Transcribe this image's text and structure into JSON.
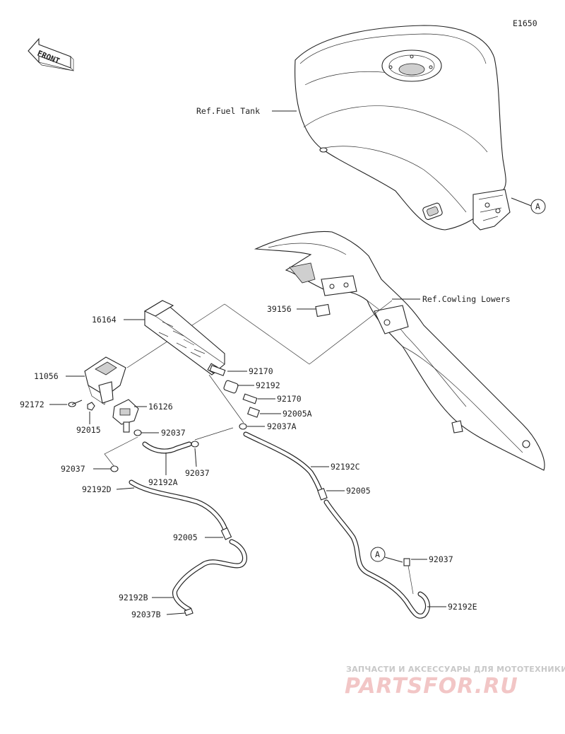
{
  "diagram_code": "E1650",
  "front_label": "FRONT",
  "references": {
    "fuel_tank": "Ref.Fuel Tank",
    "cowling_lowers": "Ref.Cowling Lowers",
    "point_a": "A"
  },
  "parts": {
    "p16164": "16164",
    "p11056": "11056",
    "p92172": "92172",
    "p92015": "92015",
    "p16126": "16126",
    "p92037_top": "92037",
    "p92037_left": "92037",
    "p92192A": "92192A",
    "p92037_mid": "92037",
    "p92192D": "92192D",
    "p92005_left": "92005",
    "p92192B": "92192B",
    "p92037B": "92037B",
    "p39156": "39156",
    "p92170_top": "92170",
    "p92192": "92192",
    "p92170_bot": "92170",
    "p92005A": "92005A",
    "p92037A": "92037A",
    "p92192C": "92192C",
    "p92005_right": "92005",
    "p92037_right": "92037",
    "p92192E": "92192E"
  },
  "watermark": {
    "tagline": "ЗАПЧАСТИ И АКСЕССУАРЫ ДЛЯ МОТОТЕХНИКИ",
    "logo": "PARTSFOR.RU"
  },
  "colors": {
    "line": "#222222",
    "watermark_logo": "#f2c6c6",
    "watermark_text": "#c8c8c8"
  }
}
